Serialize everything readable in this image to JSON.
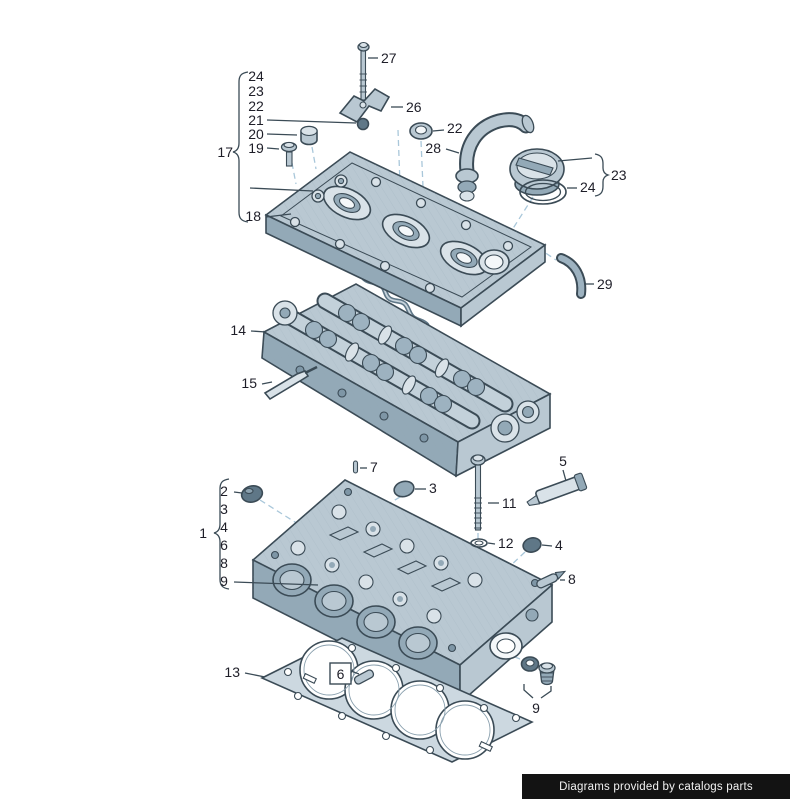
{
  "footer": {
    "text": "Diagrams provided by catalogs parts"
  },
  "colors": {
    "outline": "#3b4b56",
    "fill_light": "#d9e2e8",
    "fill_mid": "#b9c8d2",
    "fill_shade": "#93a9b7",
    "fill_deep": "#5f7787",
    "construction_line": "#a9c7da",
    "label_text": "#1e1e28",
    "footer_bg": "#131313",
    "footer_text": "#f2f2f2",
    "background": "#ffffff"
  },
  "groups": {
    "g17": {
      "label": "17",
      "items": [
        "24",
        "23",
        "22",
        "21",
        "20",
        "19"
      ]
    },
    "g1": {
      "label": "1",
      "items": [
        "2",
        "3",
        "4",
        "6",
        "8",
        "9"
      ]
    },
    "g23": {
      "label": "23"
    },
    "g9": {
      "label": "9"
    }
  },
  "callouts": {
    "c27": "27",
    "c26": "26",
    "c22": "22",
    "c28": "28",
    "c24": "24",
    "c29": "29",
    "c18": "18",
    "c14": "14",
    "c15": "15",
    "c7": "7",
    "c3": "3",
    "c11": "11",
    "c12": "12",
    "c4": "4",
    "c5": "5",
    "c8": "8",
    "c13": "13",
    "c6": "6"
  }
}
